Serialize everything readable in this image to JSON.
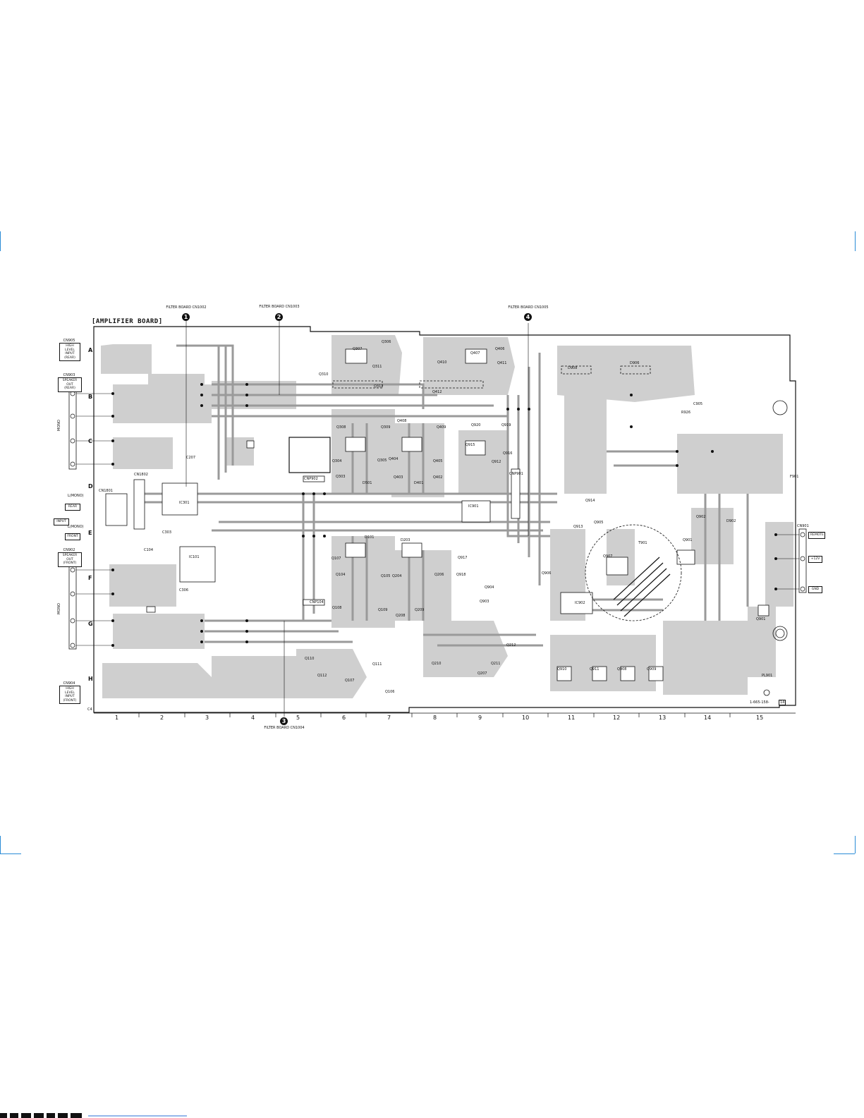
{
  "board": {
    "title": "[AMPLIFIER BOARD]",
    "part_number": "1-665-158-",
    "page_ref": "14",
    "corner_code": "C4"
  },
  "filter_labels": [
    {
      "marker": "1",
      "text": "FILTER BOARD CN1002"
    },
    {
      "marker": "2",
      "text": "FILTER BOARD CN1003"
    },
    {
      "marker": "4",
      "text": "FILTER BOARD CN1005"
    },
    {
      "marker": "3",
      "text": "FILTER BOARD CN1004"
    }
  ],
  "rows": [
    "A",
    "B",
    "C",
    "D",
    "E",
    "F",
    "G",
    "H"
  ],
  "columns": [
    "1",
    "2",
    "3",
    "4",
    "5",
    "6",
    "7",
    "8",
    "9",
    "10",
    "11",
    "12",
    "13",
    "14",
    "15"
  ],
  "left_connectors": {
    "cn905": {
      "id": "CN905",
      "lines": [
        "HIGH LEVEL",
        "INPUT",
        "(REAR)"
      ]
    },
    "cn903": {
      "id": "CN903",
      "lines": [
        "SPEAKER OUT",
        "(REAR)"
      ]
    },
    "input_block": {
      "rear": "REAR",
      "front": "FRONT",
      "input": "INPUT",
      "l_mono_1": "L(MONO)",
      "l_mono_2": "L(MONO)",
      "cn": "CN1801"
    },
    "cn902": {
      "id": "CN902",
      "lines": [
        "SPEAKER OUT",
        "(FRONT)"
      ]
    },
    "cn904": {
      "id": "CN904",
      "lines": [
        "HIGH LEVEL",
        "INPUT",
        "(FRONT)"
      ]
    },
    "mono_upper": "MONO",
    "mono_lower": "MONO"
  },
  "right_connector": {
    "id": "CN901",
    "pins": [
      "REMOTE",
      "+12V",
      "GND"
    ],
    "fuse": "F901"
  },
  "parts": [
    "Q306",
    "Q307",
    "Q310",
    "Q311",
    "Q312",
    "Q407",
    "Q406",
    "Q411",
    "Q410",
    "Q412",
    "Q308",
    "Q309",
    "Q408",
    "Q409",
    "Q304",
    "Q305",
    "Q404",
    "Q405",
    "Q303",
    "Q403",
    "Q402",
    "Q920",
    "Q919",
    "Q915",
    "Q916",
    "Q912",
    "Q913",
    "Q914",
    "Q905",
    "Q901",
    "Q902",
    "IC301",
    "IC101",
    "IC901",
    "IC902",
    "D501",
    "D401",
    "D101",
    "D203",
    "D908",
    "D906",
    "Q107",
    "Q104",
    "Q105",
    "Q204",
    "Q206",
    "Q917",
    "Q918",
    "Q904",
    "Q903",
    "Q907",
    "Q906",
    "Q108",
    "Q109",
    "Q208",
    "Q209",
    "Q110",
    "Q112",
    "Q111",
    "Q107",
    "Q106",
    "Q210",
    "Q211",
    "Q207",
    "Q212",
    "Q910",
    "Q911",
    "Q908",
    "Q909",
    "PL901",
    "CN1802",
    "CNP901",
    "CNP902",
    "CNP104",
    "T901",
    "R926",
    "C905",
    "C207",
    "C303",
    "C104",
    "C306",
    "D902",
    "Q901"
  ]
}
